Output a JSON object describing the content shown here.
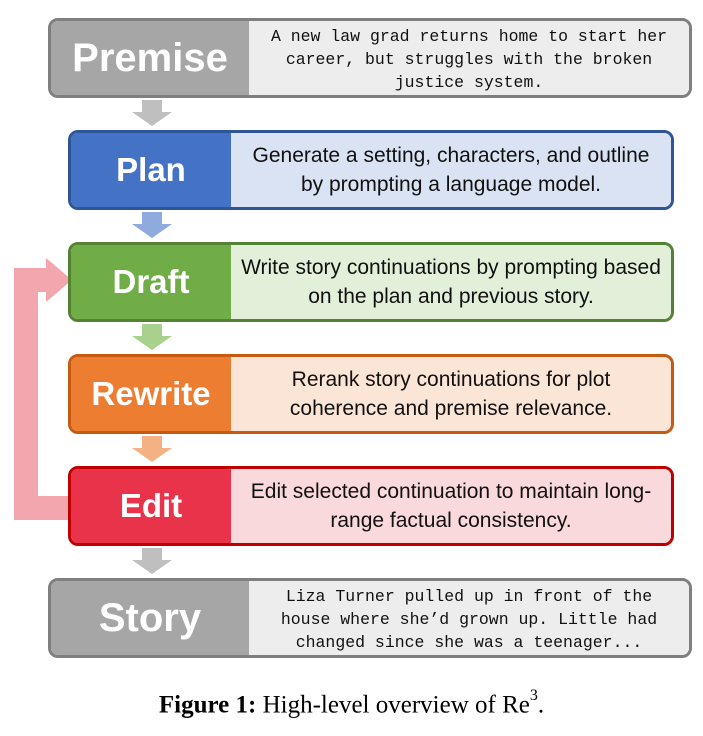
{
  "steps": {
    "premise": {
      "label": "Premise",
      "text": "A new law grad returns home to start her career, but struggles with the broken justice system."
    },
    "plan": {
      "label": "Plan",
      "text": "Generate a setting, characters, and outline by prompting a language model."
    },
    "draft": {
      "label": "Draft",
      "text": "Write story continuations by prompting based on the plan and previous story."
    },
    "rewrite": {
      "label": "Rewrite",
      "text": "Rerank story continuations for plot coherence and premise relevance."
    },
    "edit": {
      "label": "Edit",
      "text": "Edit selected continuation to maintain long-range factual consistency."
    },
    "story": {
      "label": "Story",
      "text": "Liza Turner pulled up in front of the house where she’d grown up. Little had changed since she was a teenager..."
    }
  },
  "caption": {
    "prefix": "Figure 1:",
    "text": "High-level overview of Re",
    "superscript": "3",
    "suffix": "."
  },
  "colors": {
    "premise": "#a6a6a6",
    "plan": "#4472c4",
    "draft": "#70ad47",
    "rewrite": "#ed7d31",
    "edit": "#e8334a",
    "story": "#a6a6a6",
    "loop_arrow": "#f4a6ae"
  }
}
